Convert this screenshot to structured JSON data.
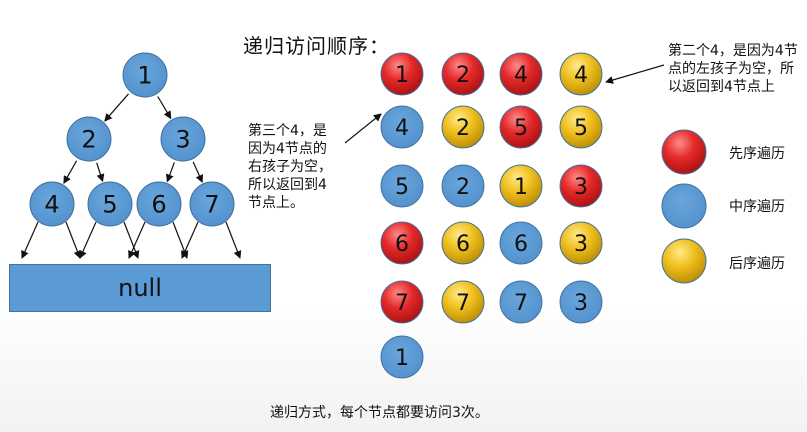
{
  "title": "递归访问顺序：",
  "tree": {
    "nodes": [
      "1",
      "2",
      "3",
      "4",
      "5",
      "6",
      "7"
    ],
    "null_label": "null"
  },
  "notes": {
    "left": [
      "第三个4，是",
      "因为4节点的",
      "右孩子为空，",
      "所以返回到4",
      "节点上。"
    ],
    "right": [
      "第二个4，是因为4节",
      "点的左孩子为空，所",
      "以返回到4节点上"
    ]
  },
  "grid": [
    [
      {
        "v": "1",
        "c": "red"
      },
      {
        "v": "2",
        "c": "red"
      },
      {
        "v": "4",
        "c": "red"
      },
      {
        "v": "4",
        "c": "yellow"
      }
    ],
    [
      {
        "v": "4",
        "c": "blue"
      },
      {
        "v": "2",
        "c": "yellow"
      },
      {
        "v": "5",
        "c": "red"
      },
      {
        "v": "5",
        "c": "yellow"
      }
    ],
    [
      {
        "v": "5",
        "c": "blue"
      },
      {
        "v": "2",
        "c": "blue"
      },
      {
        "v": "1",
        "c": "yellow"
      },
      {
        "v": "3",
        "c": "red"
      }
    ],
    [
      {
        "v": "6",
        "c": "red"
      },
      {
        "v": "6",
        "c": "yellow"
      },
      {
        "v": "6",
        "c": "blue"
      },
      {
        "v": "3",
        "c": "yellow"
      }
    ],
    [
      {
        "v": "7",
        "c": "red"
      },
      {
        "v": "7",
        "c": "yellow"
      },
      {
        "v": "7",
        "c": "blue"
      },
      {
        "v": "3",
        "c": "blue"
      }
    ],
    [
      {
        "v": "1",
        "c": "blue"
      }
    ]
  ],
  "legend": [
    {
      "color": "red",
      "label": "先序遍历"
    },
    {
      "color": "blue",
      "label": "中序遍历"
    },
    {
      "color": "yellow",
      "label": "后序遍历"
    }
  ],
  "footer": "递归方式，每个节点都要访问3次。",
  "colors": {
    "red": "#e03030",
    "blue": "#5b9bd5",
    "yellow": "#e8b824"
  }
}
